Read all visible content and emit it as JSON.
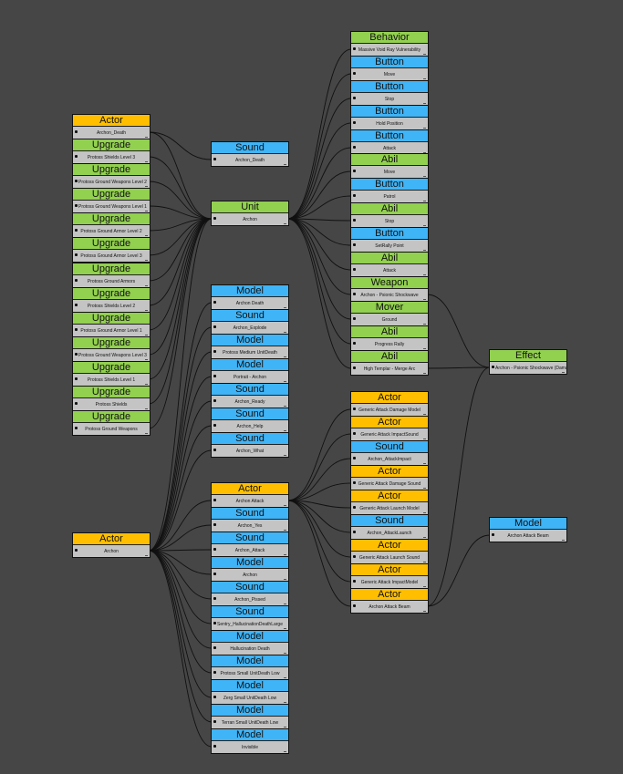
{
  "colors": {
    "background": "#464646",
    "actor": "#ffbf00",
    "green": "#92d050",
    "blue": "#3fb4f7",
    "body": "#c4c4c4",
    "link": "#111111"
  },
  "nodes": [
    {
      "id": "a_death",
      "type": "Actor",
      "label": "Archon_Death"
    },
    {
      "id": "u1",
      "type": "Upgrade",
      "label": "Protoss Shields Level 3"
    },
    {
      "id": "u2",
      "type": "Upgrade",
      "label": "Protoss Ground Weapons Level 2"
    },
    {
      "id": "u3",
      "type": "Upgrade",
      "label": "Protoss Ground Weapons Level 1"
    },
    {
      "id": "u4",
      "type": "Upgrade",
      "label": "Protoss Ground Armor Level 2"
    },
    {
      "id": "u5",
      "type": "Upgrade",
      "label": "Protoss Ground Armor Level 3"
    },
    {
      "id": "u6",
      "type": "Upgrade",
      "label": "Protoss Ground Armors"
    },
    {
      "id": "u7",
      "type": "Upgrade",
      "label": "Protoss Shields Level 2"
    },
    {
      "id": "u8",
      "type": "Upgrade",
      "label": "Protoss Ground Armor Level 1"
    },
    {
      "id": "u9",
      "type": "Upgrade",
      "label": "Protoss Ground Weapons Level 3"
    },
    {
      "id": "u10",
      "type": "Upgrade",
      "label": "Protoss Shields Level 1"
    },
    {
      "id": "u11",
      "type": "Upgrade",
      "label": "Protoss Shields"
    },
    {
      "id": "u12",
      "type": "Upgrade",
      "label": "Protoss Ground Weapons"
    },
    {
      "id": "a_archon",
      "type": "Actor",
      "label": "Archon"
    },
    {
      "id": "s_death",
      "type": "Sound",
      "label": "Archon_Death"
    },
    {
      "id": "unit",
      "type": "Unit",
      "label": "Archon"
    },
    {
      "id": "m1",
      "type": "Model",
      "label": "Archon Death"
    },
    {
      "id": "s1",
      "type": "Sound",
      "label": "Archon_Explode"
    },
    {
      "id": "m2",
      "type": "Model",
      "label": "Protoss Medium UnitDeath"
    },
    {
      "id": "m3",
      "type": "Model",
      "label": "Portrait - Archon"
    },
    {
      "id": "s2",
      "type": "Sound",
      "label": "Archon_Ready"
    },
    {
      "id": "s3",
      "type": "Sound",
      "label": "Archon_Help"
    },
    {
      "id": "s4",
      "type": "Sound",
      "label": "Archon_What"
    },
    {
      "id": "a_attack",
      "type": "Actor",
      "label": "Archon Attack"
    },
    {
      "id": "s5",
      "type": "Sound",
      "label": "Archon_Yes"
    },
    {
      "id": "s6",
      "type": "Sound",
      "label": "Archon_Attack"
    },
    {
      "id": "m4",
      "type": "Model",
      "label": "Archon"
    },
    {
      "id": "s7",
      "type": "Sound",
      "label": "Archon_Pissed"
    },
    {
      "id": "s8",
      "type": "Sound",
      "label": "Sentry_HallucinationDeathLarge"
    },
    {
      "id": "m5",
      "type": "Model",
      "label": "Hallucination Death"
    },
    {
      "id": "m6",
      "type": "Model",
      "label": "Protoss Small UnitDeath Low"
    },
    {
      "id": "m7",
      "type": "Model",
      "label": "Zerg Small UnitDeath Low"
    },
    {
      "id": "m8",
      "type": "Model",
      "label": "Terran Small UnitDeath Low"
    },
    {
      "id": "m9",
      "type": "Model",
      "label": "Invisible"
    },
    {
      "id": "beh",
      "type": "Behavior",
      "label": "Massive Void Ray Vulnerability"
    },
    {
      "id": "b1",
      "type": "Button",
      "label": "Move"
    },
    {
      "id": "b2",
      "type": "Button",
      "label": "Stop"
    },
    {
      "id": "b3",
      "type": "Button",
      "label": "Hold Position"
    },
    {
      "id": "b4",
      "type": "Button",
      "label": "Attack"
    },
    {
      "id": "ab1",
      "type": "Abil",
      "label": "Move"
    },
    {
      "id": "b5",
      "type": "Button",
      "label": "Patrol"
    },
    {
      "id": "ab2",
      "type": "Abil",
      "label": "Stop"
    },
    {
      "id": "b6",
      "type": "Button",
      "label": "SetRally Point"
    },
    {
      "id": "ab3",
      "type": "Abil",
      "label": "Attack"
    },
    {
      "id": "wpn",
      "type": "Weapon",
      "label": "Archon - Psionic Shockwave"
    },
    {
      "id": "mov",
      "type": "Mover",
      "label": "Ground"
    },
    {
      "id": "ab4",
      "type": "Abil",
      "label": "Progress Rally"
    },
    {
      "id": "ab5",
      "type": "Abil",
      "label": "High Templar - Merge Arc"
    },
    {
      "id": "ac1",
      "type": "Actor",
      "label": "Generic Attack Damage Model"
    },
    {
      "id": "ac2",
      "type": "Actor",
      "label": "Generic Attack ImpactSound"
    },
    {
      "id": "s9",
      "type": "Sound",
      "label": "Archon_AttackImpact"
    },
    {
      "id": "ac3",
      "type": "Actor",
      "label": "Generic Attack Damage Sound"
    },
    {
      "id": "ac4",
      "type": "Actor",
      "label": "Generic Attack Launch Model"
    },
    {
      "id": "s10",
      "type": "Sound",
      "label": "Archon_AttackLaunch"
    },
    {
      "id": "ac5",
      "type": "Actor",
      "label": "Generic Attack Launch Sound"
    },
    {
      "id": "ac6",
      "type": "Actor",
      "label": "Generic Attack ImpactModel"
    },
    {
      "id": "ac7",
      "type": "Actor",
      "label": "Archon Attack Beam"
    },
    {
      "id": "eff",
      "type": "Effect",
      "label": "Archon - Psionic Shockwave (Damage)"
    },
    {
      "id": "m10",
      "type": "Model",
      "label": "Archon Attack Beam"
    }
  ],
  "links": [
    [
      "a_death",
      "s_death"
    ],
    [
      "a_death",
      "unit"
    ],
    [
      "u1",
      "unit"
    ],
    [
      "u2",
      "unit"
    ],
    [
      "u3",
      "unit"
    ],
    [
      "u4",
      "unit"
    ],
    [
      "u5",
      "unit"
    ],
    [
      "u6",
      "unit"
    ],
    [
      "u7",
      "unit"
    ],
    [
      "u8",
      "unit"
    ],
    [
      "u9",
      "unit"
    ],
    [
      "u10",
      "unit"
    ],
    [
      "u11",
      "unit"
    ],
    [
      "u12",
      "unit"
    ],
    [
      "a_archon",
      "unit"
    ],
    [
      "a_archon",
      "m1"
    ],
    [
      "a_archon",
      "s1"
    ],
    [
      "a_archon",
      "m2"
    ],
    [
      "a_archon",
      "m3"
    ],
    [
      "a_archon",
      "s2"
    ],
    [
      "a_archon",
      "s3"
    ],
    [
      "a_archon",
      "s4"
    ],
    [
      "a_archon",
      "a_attack"
    ],
    [
      "a_archon",
      "s5"
    ],
    [
      "a_archon",
      "s6"
    ],
    [
      "a_archon",
      "m4"
    ],
    [
      "a_archon",
      "s7"
    ],
    [
      "a_archon",
      "s8"
    ],
    [
      "a_archon",
      "m5"
    ],
    [
      "a_archon",
      "m6"
    ],
    [
      "a_archon",
      "m7"
    ],
    [
      "a_archon",
      "m8"
    ],
    [
      "a_archon",
      "m9"
    ],
    [
      "unit",
      "beh"
    ],
    [
      "unit",
      "b1"
    ],
    [
      "unit",
      "b2"
    ],
    [
      "unit",
      "b3"
    ],
    [
      "unit",
      "b4"
    ],
    [
      "unit",
      "ab1"
    ],
    [
      "unit",
      "b5"
    ],
    [
      "unit",
      "ab2"
    ],
    [
      "unit",
      "b6"
    ],
    [
      "unit",
      "ab3"
    ],
    [
      "unit",
      "wpn"
    ],
    [
      "unit",
      "mov"
    ],
    [
      "unit",
      "ab4"
    ],
    [
      "unit",
      "ab5"
    ],
    [
      "a_attack",
      "ac1"
    ],
    [
      "a_attack",
      "ac2"
    ],
    [
      "a_attack",
      "s9"
    ],
    [
      "a_attack",
      "ac3"
    ],
    [
      "a_attack",
      "ac4"
    ],
    [
      "a_attack",
      "s10"
    ],
    [
      "a_attack",
      "ac5"
    ],
    [
      "a_attack",
      "ac6"
    ],
    [
      "a_attack",
      "ac7"
    ],
    [
      "wpn",
      "eff"
    ],
    [
      "ab5",
      "eff"
    ],
    [
      "ac7",
      "eff"
    ],
    [
      "ac7",
      "m10"
    ]
  ]
}
